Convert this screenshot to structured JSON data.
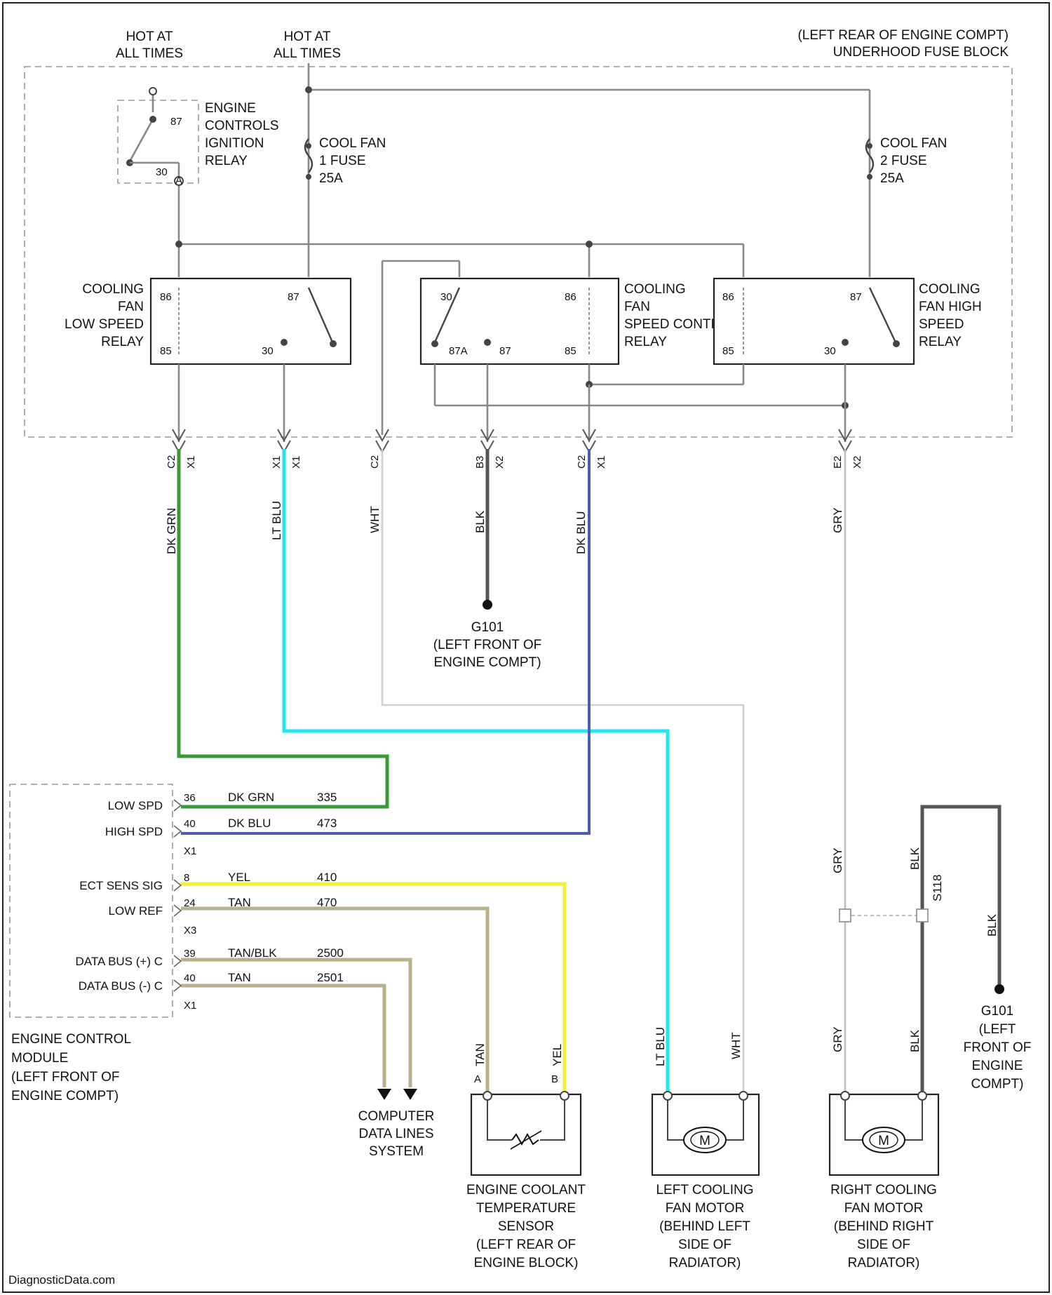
{
  "power": {
    "hot1": [
      "HOT AT",
      "ALL TIMES"
    ],
    "hot2": [
      "HOT AT",
      "ALL TIMES"
    ]
  },
  "fuse_block": {
    "label": [
      "(LEFT REAR OF ENGINE COMPT)",
      "UNDERHOOD FUSE BLOCK"
    ]
  },
  "ignition_relay": {
    "label": [
      "ENGINE",
      "CONTROLS",
      "IGNITION",
      "RELAY"
    ],
    "pins": [
      "87",
      "30",
      "A"
    ]
  },
  "fuse1": {
    "label": [
      "COOL FAN",
      "1 FUSE",
      "25A"
    ]
  },
  "fuse2": {
    "label": [
      "COOL FAN",
      "2 FUSE",
      "25A"
    ]
  },
  "relay_low": {
    "label": [
      "COOLING",
      "FAN",
      "LOW SPEED",
      "RELAY"
    ],
    "pins": {
      "p86": "86",
      "p85": "85",
      "p87": "87",
      "p30": "30"
    }
  },
  "relay_ctrl": {
    "label": [
      "COOLING",
      "FAN",
      "SPEED CONTROL",
      "RELAY"
    ],
    "pins": {
      "p30": "30",
      "p87a": "87A",
      "p87": "87",
      "p86": "86",
      "p85": "85"
    }
  },
  "relay_high": {
    "label": [
      "COOLING",
      "FAN HIGH",
      "SPEED",
      "RELAY"
    ],
    "pins": {
      "p86": "86",
      "p85": "85",
      "p87": "87",
      "p30": "30"
    }
  },
  "connectors": [
    "C2",
    "X1",
    "X1",
    "C2",
    "B3",
    "X2",
    "C2",
    "X1",
    "E2",
    "X2"
  ],
  "wire_colors": {
    "w1": "DK GRN",
    "w2": "LT BLU",
    "w3": "WHT",
    "w4": "BLK",
    "w5": "DK BLU",
    "w6": "GRY"
  },
  "ground1": {
    "label": [
      "G101",
      "(LEFT FRONT OF",
      "ENGINE COMPT)"
    ]
  },
  "ecm": {
    "rows": [
      {
        "name": "LOW SPD",
        "pin": "36",
        "color": "DK GRN",
        "circuit": "335"
      },
      {
        "name": "HIGH SPD",
        "pin": "40",
        "color": "DK BLU",
        "circuit": "473"
      },
      {
        "name": "",
        "pin": "X1",
        "color": "",
        "circuit": ""
      },
      {
        "name": "ECT SENS SIG",
        "pin": "8",
        "color": "YEL",
        "circuit": "410"
      },
      {
        "name": "LOW REF",
        "pin": "24",
        "color": "TAN",
        "circuit": "470"
      },
      {
        "name": "",
        "pin": "X3",
        "color": "",
        "circuit": ""
      },
      {
        "name": "DATA BUS (+) C",
        "pin": "39",
        "color": "TAN/BLK",
        "circuit": "2500"
      },
      {
        "name": "DATA BUS (-) C",
        "pin": "40",
        "color": "TAN",
        "circuit": "2501"
      },
      {
        "name": "",
        "pin": "X1",
        "color": "",
        "circuit": ""
      }
    ],
    "label": [
      "ENGINE CONTROL",
      "MODULE",
      "(LEFT FRONT OF",
      "ENGINE COMPT)"
    ]
  },
  "data_lines": {
    "label": [
      "COMPUTER",
      "DATA LINES",
      "SYSTEM"
    ]
  },
  "sensor": {
    "wires": [
      "TAN",
      "YEL"
    ],
    "pins": [
      "A",
      "B"
    ],
    "label": [
      "ENGINE COOLANT",
      "TEMPERATURE",
      "SENSOR",
      "(LEFT REAR OF",
      "ENGINE BLOCK)"
    ]
  },
  "left_fan": {
    "wires": [
      "LT BLU",
      "WHT"
    ],
    "symbol": "M",
    "label": [
      "LEFT COOLING",
      "FAN MOTOR",
      "(BEHIND LEFT",
      "SIDE OF",
      "RADIATOR)"
    ]
  },
  "right_fan": {
    "wires": [
      "GRY",
      "BLK"
    ],
    "symbol": "M",
    "label": [
      "RIGHT COOLING",
      "FAN MOTOR",
      "(BEHIND RIGHT",
      "SIDE OF",
      "RADIATOR)"
    ]
  },
  "right_wires": {
    "gry": "GRY",
    "blk": "BLK",
    "blk2": "BLK",
    "splice": "S118"
  },
  "ground2": {
    "label": [
      "G101",
      "(LEFT",
      "FRONT OF",
      "ENGINE",
      "COMPT)"
    ]
  },
  "footer": {
    "brand": "DiagnosticData.com"
  },
  "colors": {
    "dk_grn": "#3a9a3a",
    "lt_blu": "#22e6ee",
    "dk_blu": "#4a5fb0",
    "yel": "#f4ee3a",
    "tan": "#b9b08e",
    "wht": "#cfcfcf",
    "gry": "#bdbdbd",
    "blk": "#555555"
  }
}
